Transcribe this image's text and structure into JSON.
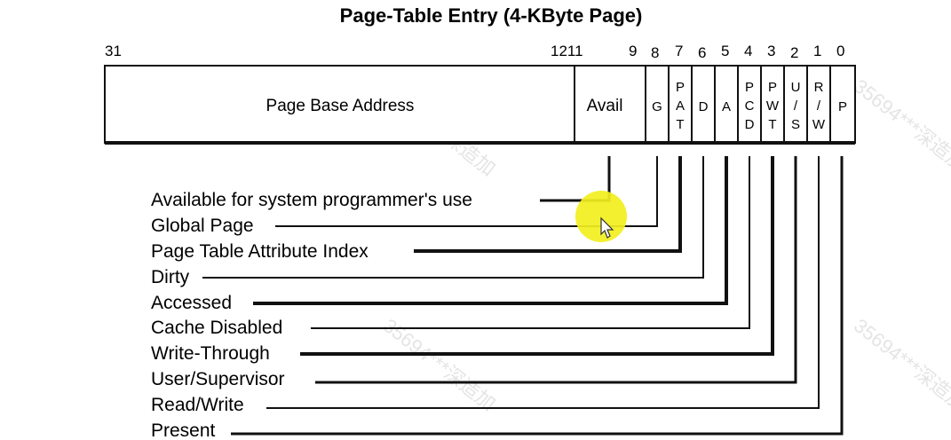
{
  "title": "Page-Table Entry (4-KByte Page)",
  "bit_numbers": {
    "b31": "31",
    "b12_11": "1211",
    "b9": "9",
    "b8": "8",
    "b7": "7",
    "b6": "6",
    "b5": "5",
    "b4": "4",
    "b3": "3",
    "b2": "2",
    "b1": "1",
    "b0": "0"
  },
  "fields": {
    "base": "Page Base Address",
    "avail": "Avail",
    "g": "G",
    "pat": [
      "P",
      "A",
      "T"
    ],
    "d": "D",
    "a": "A",
    "pcd": [
      "P",
      "C",
      "D"
    ],
    "pwt": [
      "P",
      "W",
      "T"
    ],
    "us": [
      "U",
      "/",
      "S"
    ],
    "rw": [
      "R",
      "/",
      "W"
    ],
    "p": "P"
  },
  "legend": [
    "Available for system programmer's use",
    "Global Page",
    "Page Table Attribute Index",
    "Dirty",
    "Accessed",
    "Cache Disabled",
    "Write-Through",
    "User/Supervisor",
    "Read/Write",
    "Present"
  ],
  "watermark": "35694***深造加"
}
